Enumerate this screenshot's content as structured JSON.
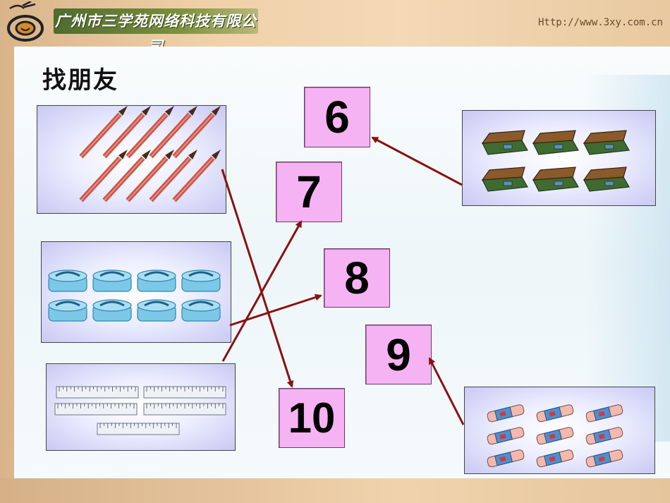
{
  "header": {
    "company": "广州市三学苑网络科技有限公司",
    "url": "Http://www.3xy.com.cn"
  },
  "page_title": "找朋友",
  "numbers": {
    "six": "6",
    "seven": "7",
    "eight": "8",
    "nine": "9",
    "ten": "10"
  },
  "groups": {
    "pencils": {
      "item": "pencil-icon",
      "count": 10
    },
    "sharpeners": {
      "item": "sharpener-icon",
      "count": 8
    },
    "rulers": {
      "item": "ruler-icon",
      "count": 5
    },
    "pencil_cases": {
      "item": "pencil-case-icon",
      "count": 6
    },
    "erasers": {
      "item": "eraser-icon",
      "count": 9
    }
  },
  "colors": {
    "number_box": "#f6b3f3",
    "arrow": "#8b1010",
    "picture_box": "#dcdcf8"
  }
}
